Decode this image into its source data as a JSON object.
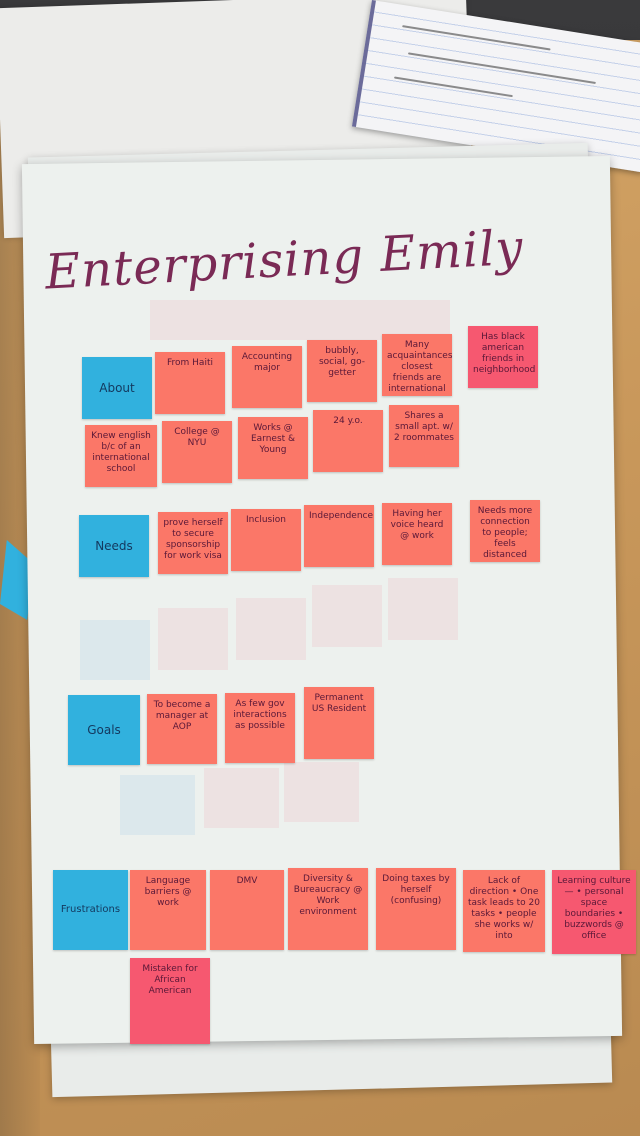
{
  "poster": {
    "title": "Enterprising Emily",
    "sections": {
      "about": {
        "label": "About",
        "notes": [
          "From Haiti",
          "Accounting major",
          "bubbly, social, go-getter",
          "Many acquaintances, closest friends are international",
          "Has black american friends in neighborhood",
          "Knew english b/c of an international school",
          "College @ NYU",
          "Works @ Earnest & Young",
          "24 y.o.",
          "Shares a small apt. w/ 2 roommates"
        ]
      },
      "needs": {
        "label": "Needs",
        "notes": [
          "prove herself to secure sponsorship for work visa",
          "Inclusion",
          "Independence",
          "Having her voice heard @ work",
          "Needs more connection to people; feels distanced"
        ]
      },
      "goals": {
        "label": "Goals",
        "notes": [
          "To become a manager at AOP",
          "As few gov interactions as possible",
          "Permanent US Resident"
        ]
      },
      "frustrations": {
        "label": "Frustrations",
        "notes": [
          "Language barriers @ work",
          "DMV",
          "Diversity & Bureaucracy @ Work environment",
          "Doing taxes by herself (confusing)",
          "Lack of direction • One task leads to 20 tasks • people she works w/ into",
          "Learning culture — • personal space boundaries • buzzwords @ office",
          "Mistaken for African American"
        ]
      }
    }
  },
  "colors": {
    "coral": "#fb7768",
    "pink": "#f65870",
    "blue": "#31b1de",
    "marker": "#7a2a55"
  }
}
